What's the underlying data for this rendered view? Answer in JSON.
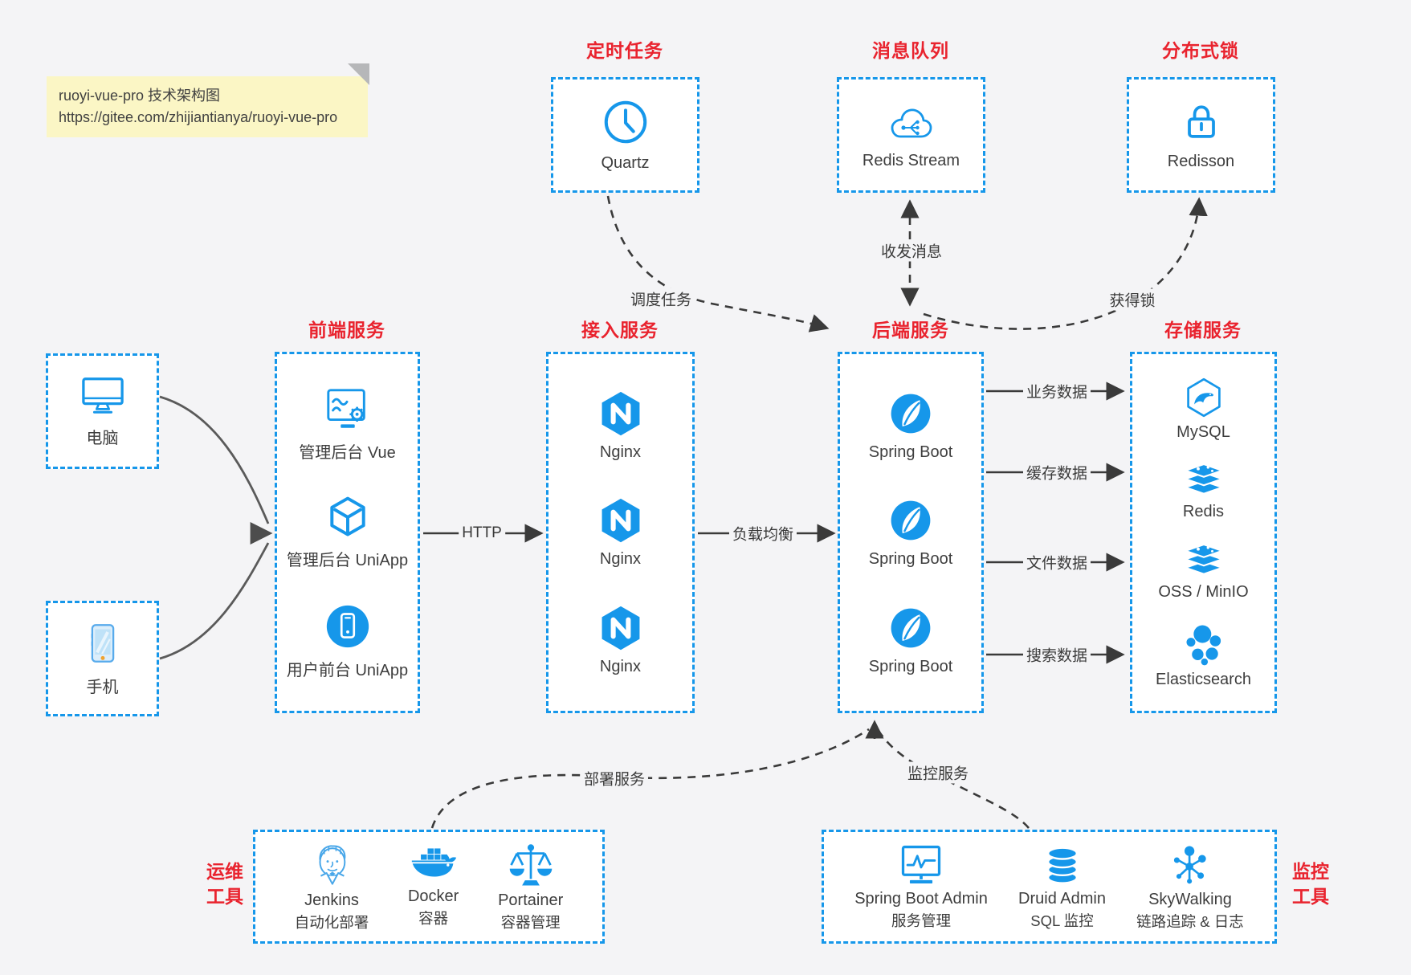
{
  "note": {
    "title": "ruoyi-vue-pro 技术架构图",
    "url": "https://gitee.com/zhijiantianya/ruoyi-vue-pro"
  },
  "top_groups": [
    {
      "id": "scheduled-job",
      "title": "定时任务",
      "node": {
        "label": "Quartz",
        "icon": "clock-icon"
      }
    },
    {
      "id": "message-queue",
      "title": "消息队列",
      "node": {
        "label": "Redis Stream",
        "icon": "cloud-stream-icon"
      }
    },
    {
      "id": "distributed-lock",
      "title": "分布式锁",
      "node": {
        "label": "Redisson",
        "icon": "lock-icon"
      }
    }
  ],
  "clients": [
    {
      "label": "电脑",
      "icon": "desktop-icon"
    },
    {
      "label": "手机",
      "icon": "phone-icon"
    }
  ],
  "columns": {
    "frontend": {
      "title": "前端服务",
      "nodes": [
        {
          "label": "管理后台 Vue",
          "icon": "admin-screen-gear-icon"
        },
        {
          "label": "管理后台 UniApp",
          "icon": "cube-icon"
        },
        {
          "label": "用户前台 UniApp",
          "icon": "mobile-app-icon"
        }
      ]
    },
    "access": {
      "title": "接入服务",
      "nodes": [
        {
          "label": "Nginx",
          "icon": "nginx-icon"
        },
        {
          "label": "Nginx",
          "icon": "nginx-icon"
        },
        {
          "label": "Nginx",
          "icon": "nginx-icon"
        }
      ]
    },
    "backend": {
      "title": "后端服务",
      "nodes": [
        {
          "label": "Spring Boot",
          "icon": "spring-leaf-icon"
        },
        {
          "label": "Spring Boot",
          "icon": "spring-leaf-icon"
        },
        {
          "label": "Spring Boot",
          "icon": "spring-leaf-icon"
        }
      ]
    },
    "storage": {
      "title": "存储服务",
      "nodes": [
        {
          "label": "MySQL",
          "icon": "mysql-dolphin-icon"
        },
        {
          "label": "Redis",
          "icon": "layers-stack-icon"
        },
        {
          "label": "OSS / MinIO",
          "icon": "layers-stack-icon"
        },
        {
          "label": "Elasticsearch",
          "icon": "elastic-cluster-icon"
        }
      ]
    }
  },
  "bottom_groups": [
    {
      "id": "ops-tools",
      "title_lines": [
        "运维",
        "工具"
      ],
      "nodes": [
        {
          "label": "Jenkins",
          "desc": "自动化部署",
          "icon": "jenkins-butler-icon"
        },
        {
          "label": "Docker",
          "desc": "容器",
          "icon": "docker-whale-icon"
        },
        {
          "label": "Portainer",
          "desc": "容器管理",
          "icon": "scales-icon"
        }
      ]
    },
    {
      "id": "monitor-tools",
      "title_lines": [
        "监控",
        "工具"
      ],
      "nodes": [
        {
          "label": "Spring Boot Admin",
          "desc": "服务管理",
          "icon": "monitor-chart-icon"
        },
        {
          "label": "Druid Admin",
          "desc": "SQL 监控",
          "icon": "database-icon"
        },
        {
          "label": "SkyWalking",
          "desc": "链路追踪 & 日志",
          "icon": "skywalking-node-icon"
        }
      ]
    }
  ],
  "edge_labels": {
    "http": "HTTP",
    "load_balance": "负载均衡",
    "schedule": "调度任务",
    "messaging": "收发消息",
    "acquire_lock": "获得锁",
    "business_data": "业务数据",
    "cache_data": "缓存数据",
    "file_data": "文件数据",
    "search_data": "搜索数据",
    "deploy": "部署服务",
    "monitor": "监控服务"
  },
  "colors": {
    "accent_blue": "#1697ea",
    "title_red": "#e9232e",
    "arrow_gray": "#3a3a3a",
    "note_bg": "#fbf6c5",
    "canvas_bg": "#f4f4f6"
  }
}
